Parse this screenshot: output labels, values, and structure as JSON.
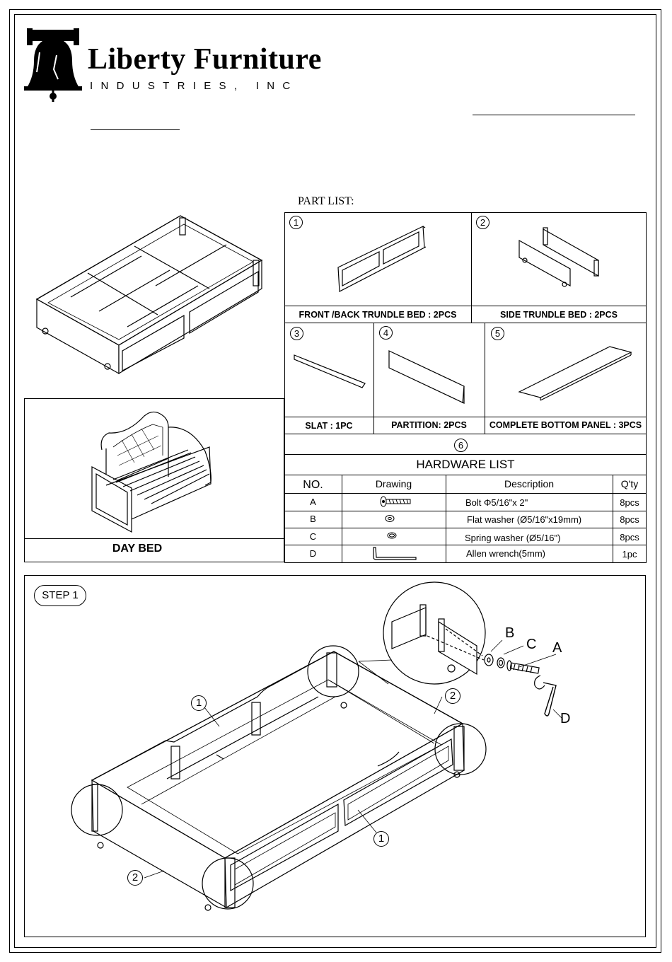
{
  "brand": {
    "name": "Liberty Furniture",
    "subline": "INDUSTRIES, INC"
  },
  "part_list": {
    "heading": "PART LIST:",
    "parts": [
      {
        "number": "1",
        "label": "FRONT /BACK TRUNDLE BED : 2PCS"
      },
      {
        "number": "2",
        "label": "SIDE TRUNDLE BED  : 2PCS"
      },
      {
        "number": "3",
        "label": "SLAT : 1PC"
      },
      {
        "number": "4",
        "label": "PARTITION: 2PCS"
      },
      {
        "number": "5",
        "label": "COMPLETE BOTTOM PANEL : 3PCS"
      },
      {
        "number": "6",
        "label": ""
      }
    ]
  },
  "hardware": {
    "title": "HARDWARE LIST",
    "columns": [
      "NO.",
      "Drawing",
      "Description",
      "Q'ty"
    ],
    "rows": [
      {
        "no": "A",
        "description": "Bolt Φ5/16\"x 2\"",
        "qty": "8pcs",
        "drawing_icon": "bolt-icon"
      },
      {
        "no": "B",
        "description": "Flat washer (Ø5/16\"x19mm)",
        "qty": "8pcs",
        "drawing_icon": "flat-washer-icon"
      },
      {
        "no": "C",
        "description": "Spring washer (Ø5/16\")",
        "qty": "8pcs",
        "drawing_icon": "spring-washer-icon"
      },
      {
        "no": "D",
        "description": "Allen wrench(5mm)",
        "qty": "1pc",
        "drawing_icon": "allen-wrench-icon"
      }
    ]
  },
  "day_bed": {
    "label": "DAY BED"
  },
  "step1": {
    "label": "STEP 1",
    "callouts": {
      "front_top": "1",
      "side_right": "2",
      "front_bottom": "1",
      "side_left": "2",
      "hw_b": "B",
      "hw_c": "C",
      "hw_a": "A",
      "hw_d": "D"
    }
  },
  "colors": {
    "line": "#000000",
    "background": "#ffffff"
  }
}
